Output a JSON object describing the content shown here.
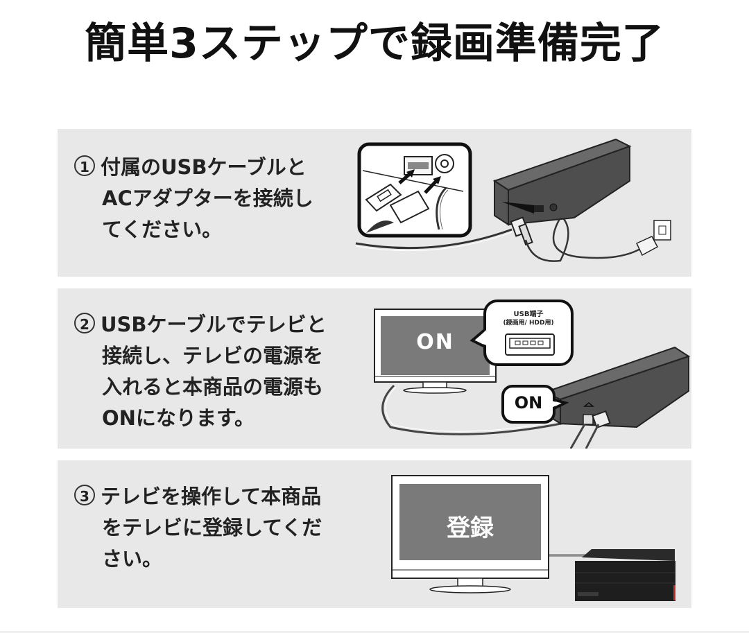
{
  "title": "簡単3ステップで録画準備完了",
  "steps": [
    {
      "number": "1",
      "lines": [
        "付属のUSBケーブルと",
        "ACアダプターを接続し",
        "てください。"
      ]
    },
    {
      "number": "2",
      "lines": [
        "USBケーブルでテレビと",
        "接続し、テレビの電源を",
        "入れると本商品の電源も",
        "ONになります。"
      ],
      "illustration": {
        "tv_screen_label": "ON",
        "usb_port_callout_line1": "USB端子",
        "usb_port_callout_line2": "(録画用/ HDD用)",
        "device_bubble_label": "ON"
      }
    },
    {
      "number": "3",
      "lines": [
        "テレビを操作して本商品",
        "をテレビに登録してくだ",
        "さい。"
      ],
      "illustration": {
        "tv_screen_label": "登録"
      }
    }
  ],
  "icons": {
    "step1": [
      "usb-plug-icon",
      "dc-in-port-icon",
      "hdd-device-icon",
      "ac-adapter-icon",
      "wall-outlet-icon"
    ],
    "step2": [
      "tv-icon",
      "usb-port-icon",
      "hdd-device-icon",
      "speech-bubble-icon"
    ],
    "step3": [
      "tv-icon",
      "hdd-device-icon"
    ]
  },
  "colors": {
    "panel_bg": "#e8e8e8",
    "tv_screen": "#7a7a7a",
    "device_gray": "#5a5a5a",
    "device_black": "#1e1e1e",
    "accent_red": "#c0302a"
  }
}
